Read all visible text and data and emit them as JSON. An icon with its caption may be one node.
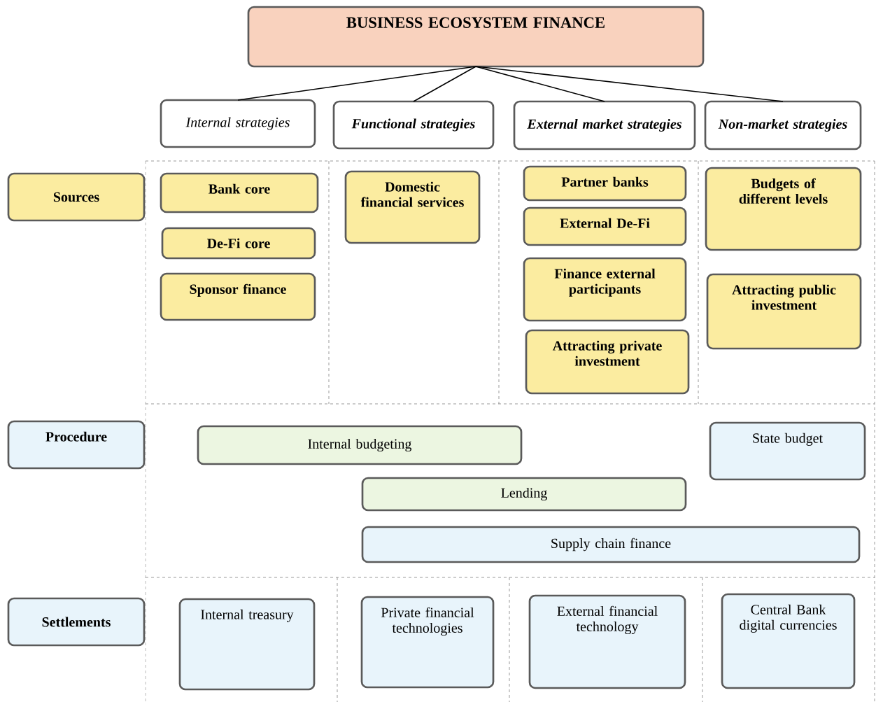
{
  "diagram": {
    "nodes": [
      {
        "text": [
          "BUSINESS ECOSYSTEM FINANCE"
        ]
      },
      {
        "text": [
          "Internal strategies"
        ]
      },
      {
        "text": [
          "Functional strategies"
        ]
      },
      {
        "text": [
          "External market strategies"
        ]
      },
      {
        "text": [
          "Non-market strategies"
        ]
      },
      {
        "text": [
          "Sources"
        ]
      },
      {
        "text": [
          "Bank core"
        ]
      },
      {
        "text": [
          "De-Fi core"
        ]
      },
      {
        "text": [
          "Sponsor finance"
        ]
      },
      {
        "text": [
          "Domestic financial services"
        ]
      },
      {
        "text": [
          "Partner banks"
        ]
      },
      {
        "text": [
          "External De-Fi"
        ]
      },
      {
        "text": [
          "Finance external participants"
        ]
      },
      {
        "text": [
          "Attracting private investment"
        ]
      },
      {
        "text": [
          "Budgets of different levels"
        ]
      },
      {
        "text": [
          "Attracting public investment"
        ]
      },
      {
        "text": [
          "Procedure"
        ]
      },
      {
        "text": [
          "Internal budgeting"
        ]
      },
      {
        "text": [
          "State budget"
        ]
      },
      {
        "text": [
          "Lending"
        ]
      },
      {
        "text": [
          "Supply chain finance"
        ]
      },
      {
        "text": [
          "Settlements"
        ]
      },
      {
        "text": [
          "Internal treasury"
        ]
      },
      {
        "text": [
          "Private financial technologies"
        ]
      },
      {
        "text": [
          "External financial technology"
        ]
      },
      {
        "text": [
          "Central Bank digital currencies"
        ]
      }
    ],
    "edges": [
      {
        "from": 0,
        "to": 1,
        "arrow": "none"
      },
      {
        "from": 0,
        "to": 2,
        "arrow": "none"
      },
      {
        "from": 0,
        "to": 3,
        "arrow": "none"
      },
      {
        "from": 0,
        "to": 4,
        "arrow": "none"
      }
    ]
  }
}
